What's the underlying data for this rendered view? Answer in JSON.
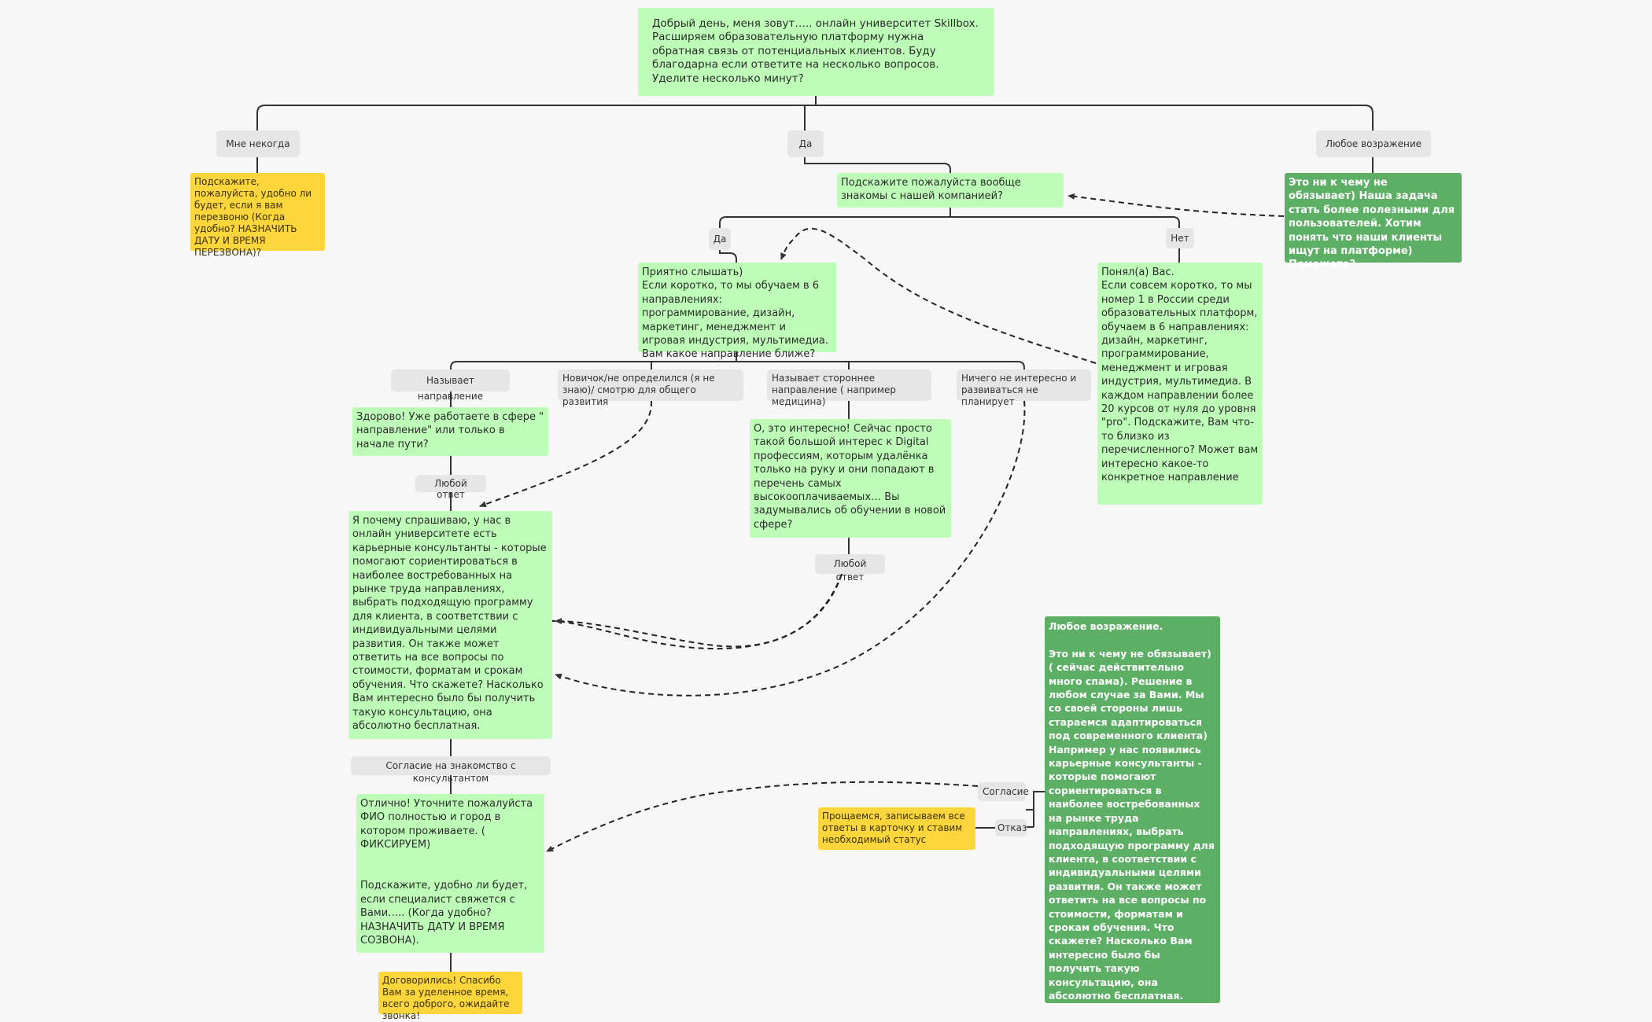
{
  "colors": {
    "light_node": "#bdfdb8",
    "dark_node": "#5caf65",
    "yellow_node": "#fdd63b",
    "label": "#e6e6e6",
    "line": "#333333",
    "background": "#f7f7f7"
  },
  "nodes": {
    "intro": "Добрый день, меня зовут….. онлайн университет Skillbox.\nРасширяем образовательную платформу нужна обратная связь от потенциальных клиентов. Буду благодарна если ответите на несколько вопросов. Уделите несколько минут?",
    "callback": "Подскажите, пожалуйста, удобно ли будет, если я вам перезвоню (Когда удобно? НАЗНАЧИТЬ ДАТУ И ВРЕМЯ ПЕРЕЗВОНА)?",
    "familiar": "Подскажите пожалуйста вообще знакомы с нашей компанией?",
    "obj_top": "Это ни к чему не обязывает) Наша задача стать более полезными для пользователей. Хотим понять что наши клиенты ищут на платформе) Поможете?",
    "nice": "Приятно слышать)\nЕсли коротко, то мы обучаем в 6 направлениях: программирование, дизайн, маркетинг,  менеджмент и игровая индустрия, мультимедиа.\nВам какое направление ближе?",
    "understood": "Понял(а) Вас.\nЕсли совсем коротко, то мы номер 1 в России среди образовательных платформ, обучаем в 6 направлениях: дизайн, маркетинг, программирование, менеджмент и игровая индустрия, мультимедиа. В каждом направлении более 20 курсов от нуля до уровня \"pro\". Подскажите, Вам что-то близко из перечисленного? Может вам интересно какое-то конкретное направление",
    "great": "Здорово! Уже работаете в сфере \" направление\" или только в начале пути?",
    "interesting": "О, это интересно! Сейчас просто такой большой интерес к Digital профессиям, которым удалёнка только на руку и они попадают в перечень самых высокооплачиваемых… Вы задумывались об обучении в новой сфере?",
    "consult": "Я почему спрашиваю, у нас в онлайн университете есть карьерные консультанты - которые помогают сориентироваться в наиболее востребованных на рынке труда направлениях, выбрать подходящую программу для клиента, в соответствии с индивидуальными целями развития. Он также может ответить на все вопросы по стоимости, форматам и срокам обучения. Что скажете? Насколько Вам интересно было бы получить такую консультацию, она абсолютно бесплатная.",
    "obj_big": "Любое возражение.\n\nЭто ни к чему не обязывает) ( сейчас действительно много спама). Решение в любом случае за Вами. Мы со своей стороны лишь стараемся адаптироваться под современного клиента)\nНапример у нас появились карьерные консультанты - которые помогают сориентироваться в наиболее востребованных на рынке труда направлениях, выбрать подходящую программу для клиента, в соответствии с индивидуальными целями развития. Он также может ответить на все вопросы по стоимости, форматам и срокам обучения. Что скажете? Насколько Вам интересно было бы получить такую консультацию, она абсолютно бесплатная.",
    "fio": "Отлично! Уточните пожалуйста ФИО полностью и город в котором проживаете. ( ФИКСИРУЕМ)\n\n\nПодскажите, удобно ли будет, если специалист свяжется с Вами….. (Когда удобно? НАЗНАЧИТЬ ДАТУ И ВРЕМЯ СОЗВОНА).",
    "bye": "Прощаемся, записываем все ответы в карточку и ставим необходимый статус",
    "agreed": "Договорились! Спасибо Вам за уделенное время, всего доброго, ожидайте звонка!"
  },
  "labels": {
    "busy": "Мне некогда",
    "yes1": "Да",
    "any_obj": "Любое возражение",
    "yes2": "Да",
    "no": "Нет",
    "names_dir": "Называет направление",
    "newbie": "Новичок/не определился (я не знаю)/ смотрю для общего развития",
    "other_dir": "Называет стороннее направление ( например медицина)",
    "nothing": "Ничего не интересно и развиваться не планирует",
    "any_ans1": "Любой ответ",
    "any_ans2": "Любой ответ",
    "agree_consult": "Согласие на знакомство с консультантом",
    "agree": "Согласие",
    "refuse": "Отказ"
  }
}
